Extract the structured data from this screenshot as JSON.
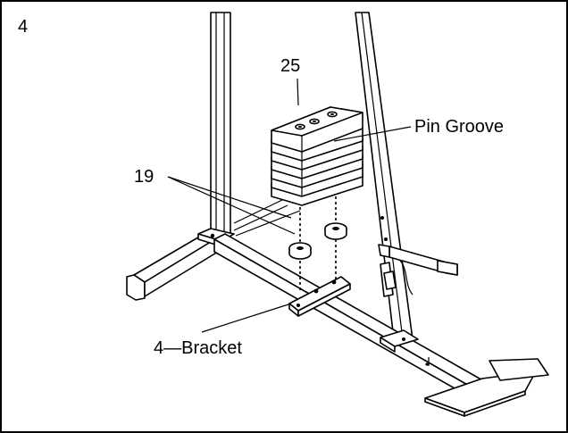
{
  "step_number": "4",
  "labels": {
    "part_25": "25",
    "pin_groove": "Pin Groove",
    "part_19": "19",
    "bracket": "4—Bracket"
  }
}
